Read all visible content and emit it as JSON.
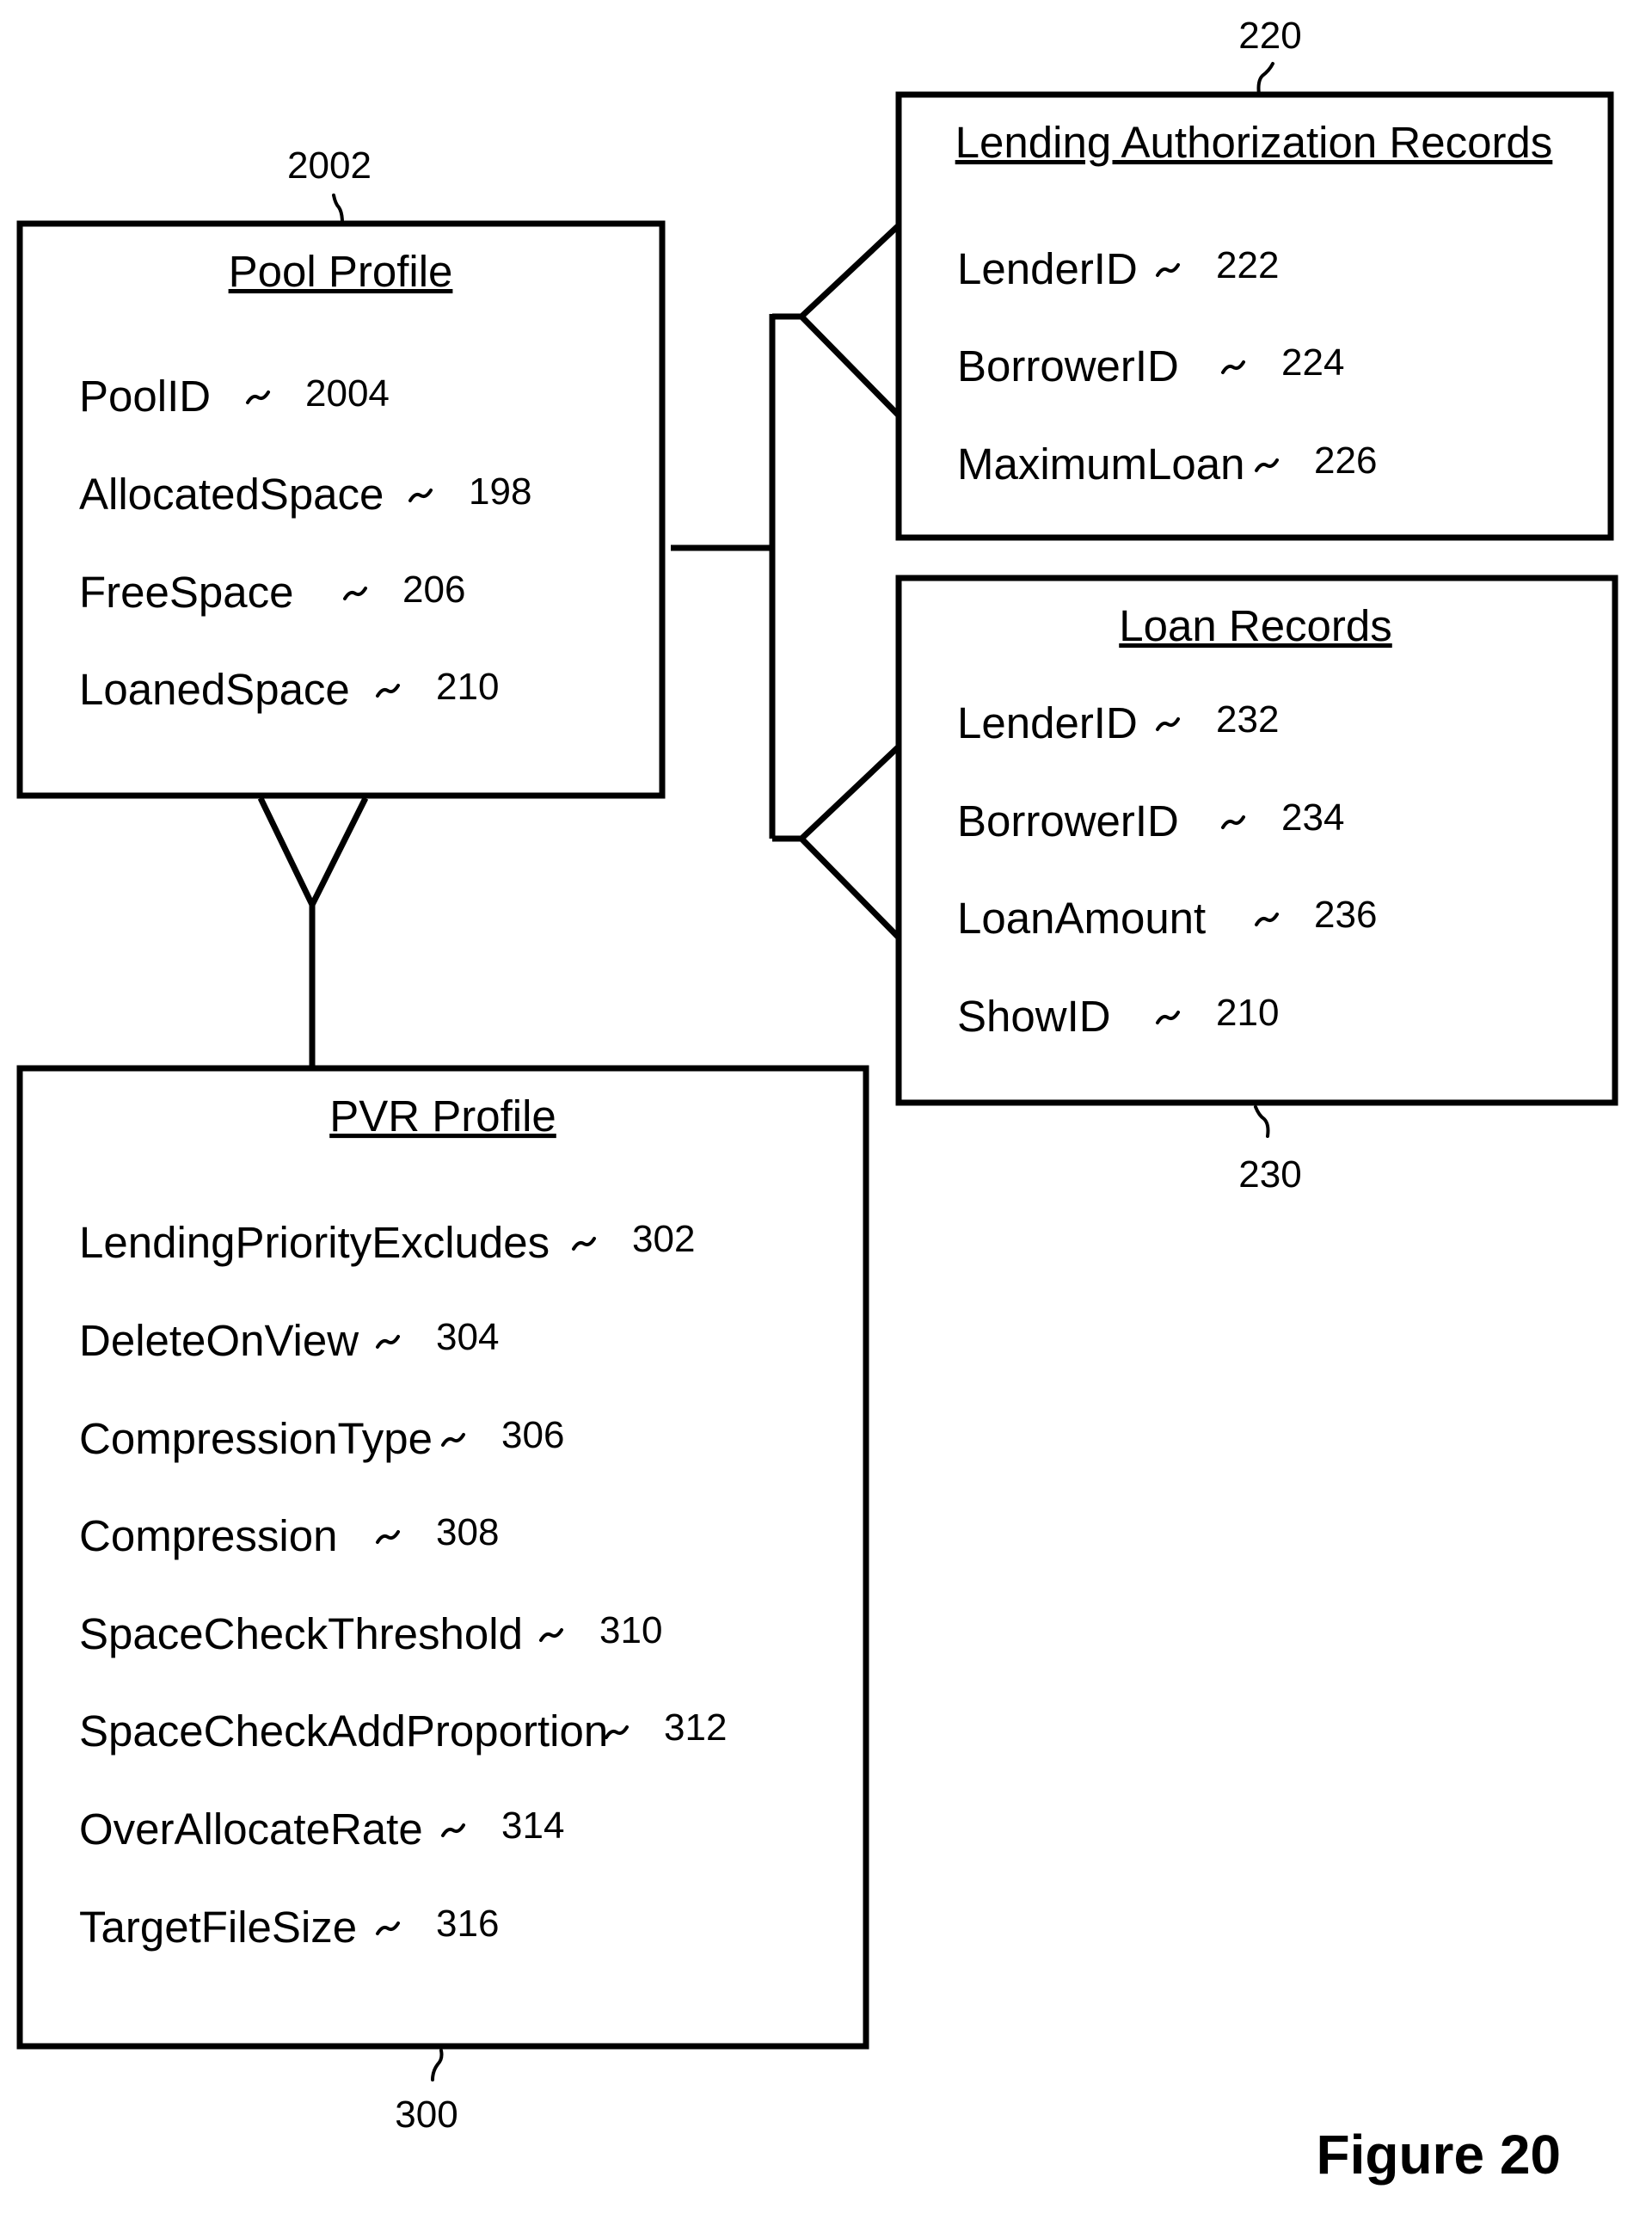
{
  "pool_profile": {
    "ref": "2002",
    "title": "Pool  Profile",
    "fields": [
      {
        "name": "PoolID",
        "ref": "2004"
      },
      {
        "name": "AllocatedSpace",
        "ref": "198"
      },
      {
        "name": "FreeSpace",
        "ref": "206"
      },
      {
        "name": "LoanedSpace",
        "ref": "210"
      }
    ]
  },
  "lending_authorization_records": {
    "ref": "220",
    "title": "Lending Authorization Records",
    "fields": [
      {
        "name": "LenderID",
        "ref": "222"
      },
      {
        "name": "BorrowerID",
        "ref": "224"
      },
      {
        "name": "MaximumLoan",
        "ref": "226"
      }
    ]
  },
  "loan_records": {
    "ref": "230",
    "title": "Loan Records",
    "fields": [
      {
        "name": "LenderID",
        "ref": "232"
      },
      {
        "name": "BorrowerID",
        "ref": "234"
      },
      {
        "name": "LoanAmount",
        "ref": "236"
      },
      {
        "name": "ShowID",
        "ref": "210"
      }
    ]
  },
  "pvr_profile": {
    "ref": "300",
    "title": "PVR Profile",
    "fields": [
      {
        "name": "LendingPriorityExcludes",
        "ref": "302"
      },
      {
        "name": "DeleteOnView",
        "ref": "304"
      },
      {
        "name": "CompressionType",
        "ref": "306"
      },
      {
        "name": "Compression",
        "ref": "308"
      },
      {
        "name": "SpaceCheckThreshold",
        "ref": "310"
      },
      {
        "name": "SpaceCheckAddProportion",
        "ref": "312"
      },
      {
        "name": "OverAllocateRate",
        "ref": "314"
      },
      {
        "name": "TargetFileSize",
        "ref": "316"
      }
    ]
  },
  "figure_label": "Figure 20"
}
